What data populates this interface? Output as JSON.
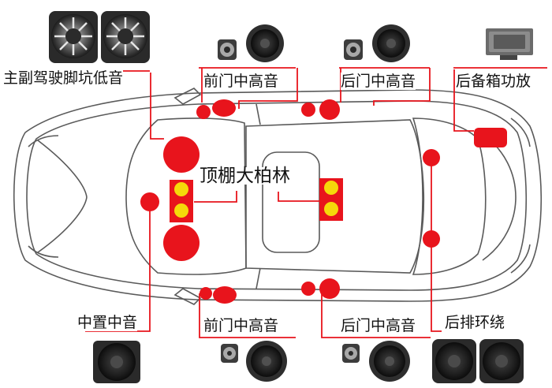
{
  "labels": {
    "front_subwoofer": "主副驾驶脚坑低音",
    "front_door_top": "前门中高音",
    "rear_door_top": "后门中高音",
    "trunk_amp": "后备箱功放",
    "roof": "顶棚大柏林",
    "center": "中置中音",
    "front_door_bottom": "前门中高音",
    "rear_door_bottom": "后门中高音",
    "rear_surround": "后排环绕"
  },
  "colors": {
    "marker_red": "#e8141c",
    "marker_yellow": "#f5d90a",
    "callout_line": "#e8141c",
    "car_outline": "#555555"
  }
}
